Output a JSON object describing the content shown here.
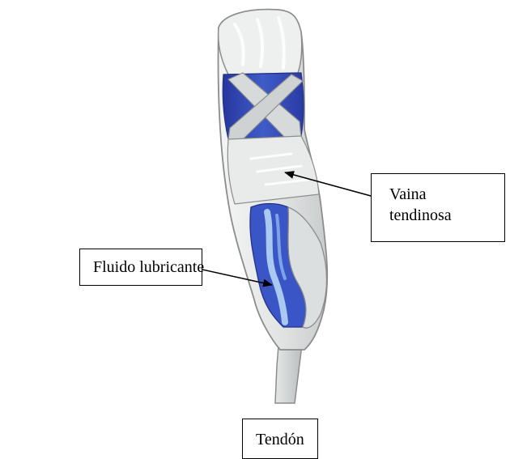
{
  "labels": {
    "sheath": {
      "line1": "Vaina",
      "line2": "tendinosa"
    },
    "fluid": "Fluido lubricante",
    "tendon": "Tendón"
  },
  "colors": {
    "sheath_fill": "#e4e6e6",
    "sheath_stroke": "#8c8c8c",
    "blue_dark": "#2d3ea8",
    "blue_mid": "#4a6ad2",
    "blue_light": "#b6d6f4",
    "tendon_fill": "#cfd3d3",
    "arrow": "#000000"
  }
}
